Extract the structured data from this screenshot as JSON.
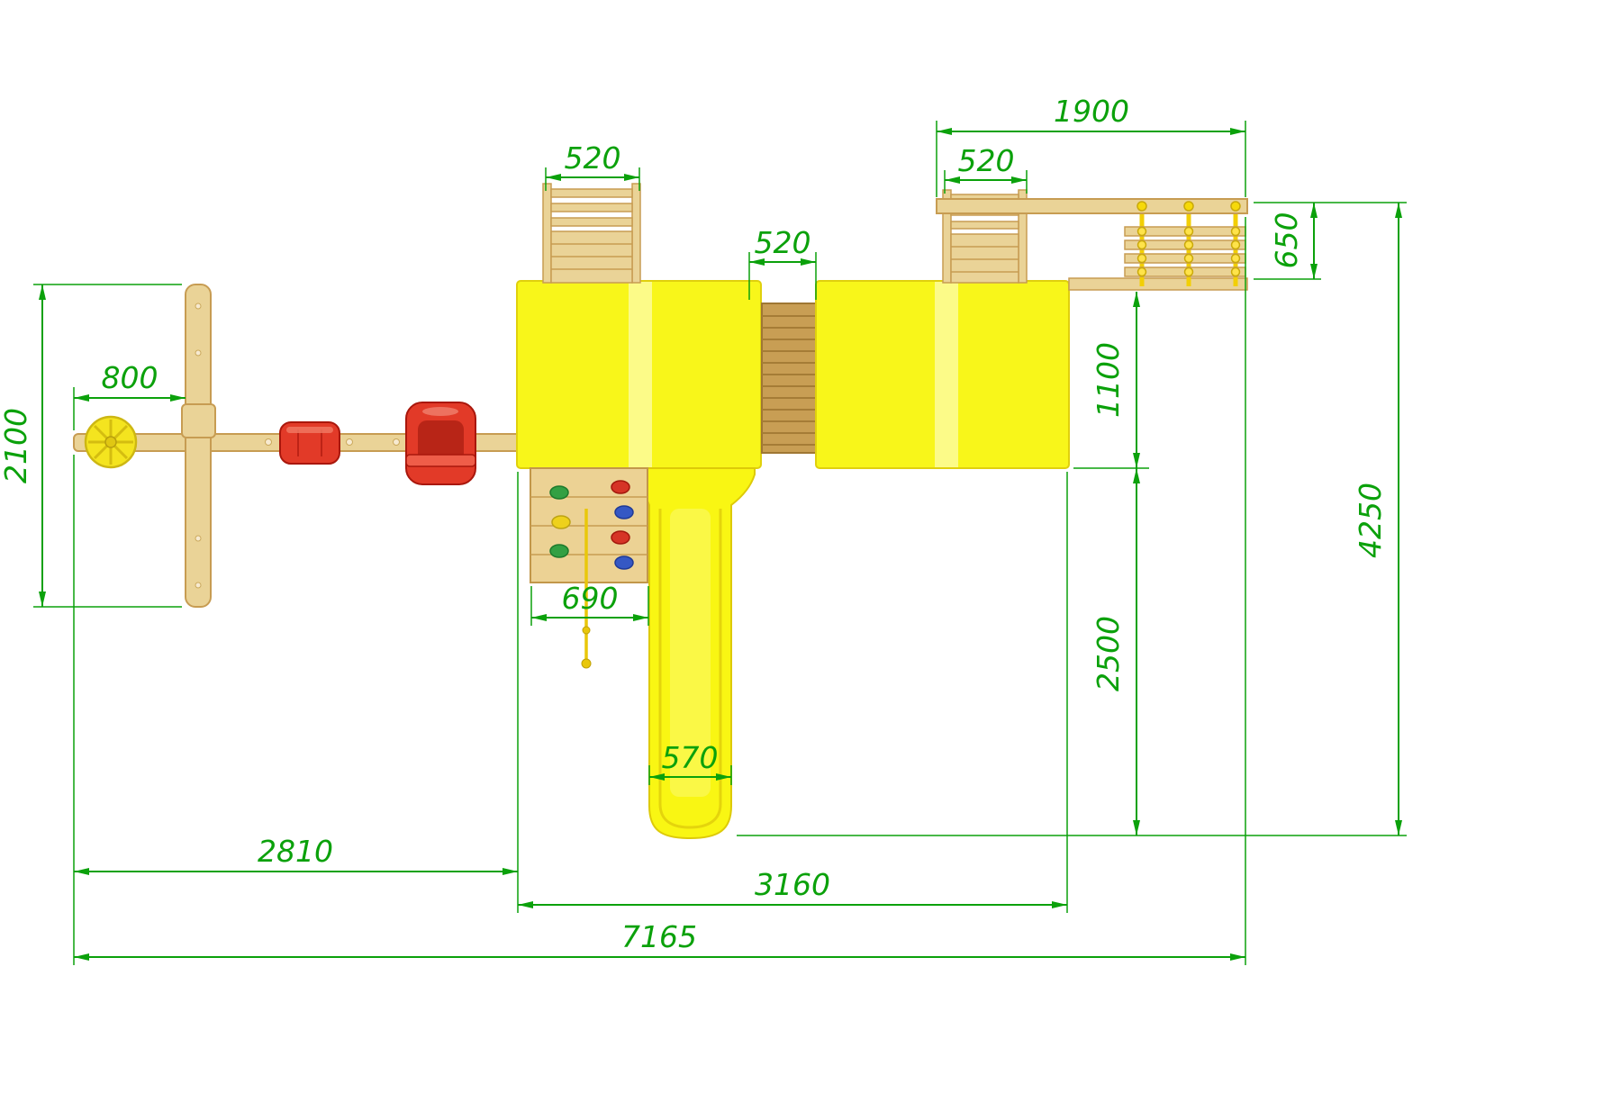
{
  "dimensions": {
    "monkey_beam": "1900",
    "left_ladder_width": "520",
    "right_ladder_width": "520",
    "bridge_width": "520",
    "rungs_depth": "650",
    "tower_depth": "1100",
    "disc_swing_offset": "800",
    "swing_frame_depth": "2100",
    "climbing_wall_width": "690",
    "slide_width": "570",
    "slide_length": "2500",
    "total_depth": "4250",
    "swing_section_length": "2810",
    "tower_section_length": "3160",
    "total_length": "7165"
  },
  "colors": {
    "dimension_green": "#0ba10b",
    "wood_light": "#ead397",
    "wood_outline": "#c79c52",
    "bridge_wood": "#c89e54",
    "roof_yellow": "#f8f61a",
    "roof_highlight": "#fdfc9c",
    "slide_yellow": "#f9f613",
    "seat_red": "#e23a28",
    "seat_red_dark": "#a9170c",
    "rope_yellow": "#f2cf06",
    "hold_green": "#33a043",
    "hold_blue": "#3558c4",
    "hold_red": "#d63426",
    "hold_yellow": "#eed11c"
  }
}
